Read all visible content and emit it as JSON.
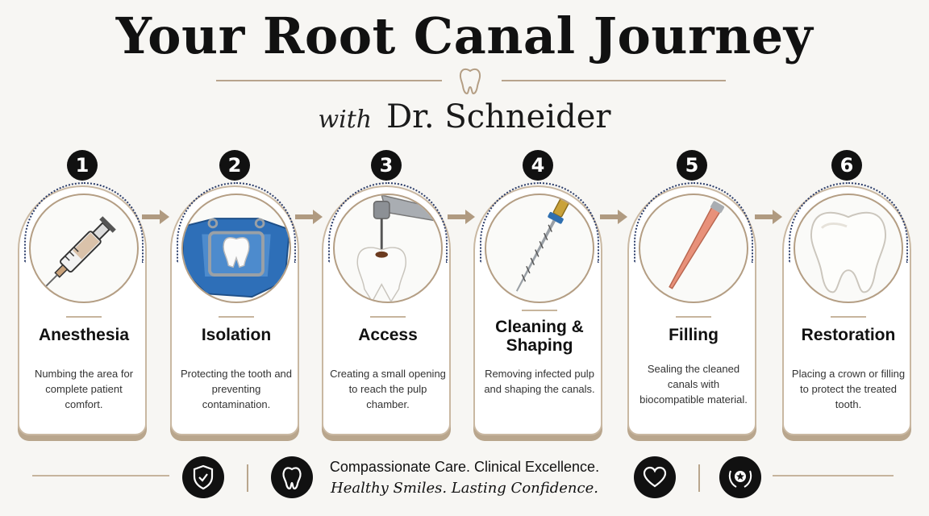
{
  "header": {
    "title": "Your Root Canal Journey",
    "with": "with",
    "doctor": "Dr. Schneider"
  },
  "steps": [
    {
      "number": "1",
      "name": "Anesthesia",
      "description": "Numbing the area for complete patient comfort.",
      "icon": "syringe-icon"
    },
    {
      "number": "2",
      "name": "Isolation",
      "description": "Protecting the tooth and preventing contamination.",
      "icon": "rubber-dam-icon"
    },
    {
      "number": "3",
      "name": "Access",
      "description": "Creating a small opening to reach the pulp chamber.",
      "icon": "dental-drill-icon"
    },
    {
      "number": "4",
      "name": "Cleaning & Shaping",
      "description": "Removing infected pulp and shaping the canals.",
      "icon": "endodontic-file-icon"
    },
    {
      "number": "5",
      "name": "Filling",
      "description": "Sealing the cleaned canals with biocompatible material.",
      "icon": "gutta-percha-icon"
    },
    {
      "number": "6",
      "name": "Restoration",
      "description": "Placing a crown or filling to protect the treated tooth.",
      "icon": "restored-tooth-icon"
    }
  ],
  "footer": {
    "line1": "Compassionate Care. Clinical Excellence.",
    "line2": "Healthy Smiles. Lasting Confidence.",
    "icons": [
      "shield-check-icon",
      "tooth-icon",
      "heart-icon",
      "star-laurel-icon"
    ]
  },
  "colors": {
    "accent": "#b9a68d",
    "dark": "#111111",
    "dotted": "#2c3d6a",
    "background": "#f7f6f3"
  }
}
